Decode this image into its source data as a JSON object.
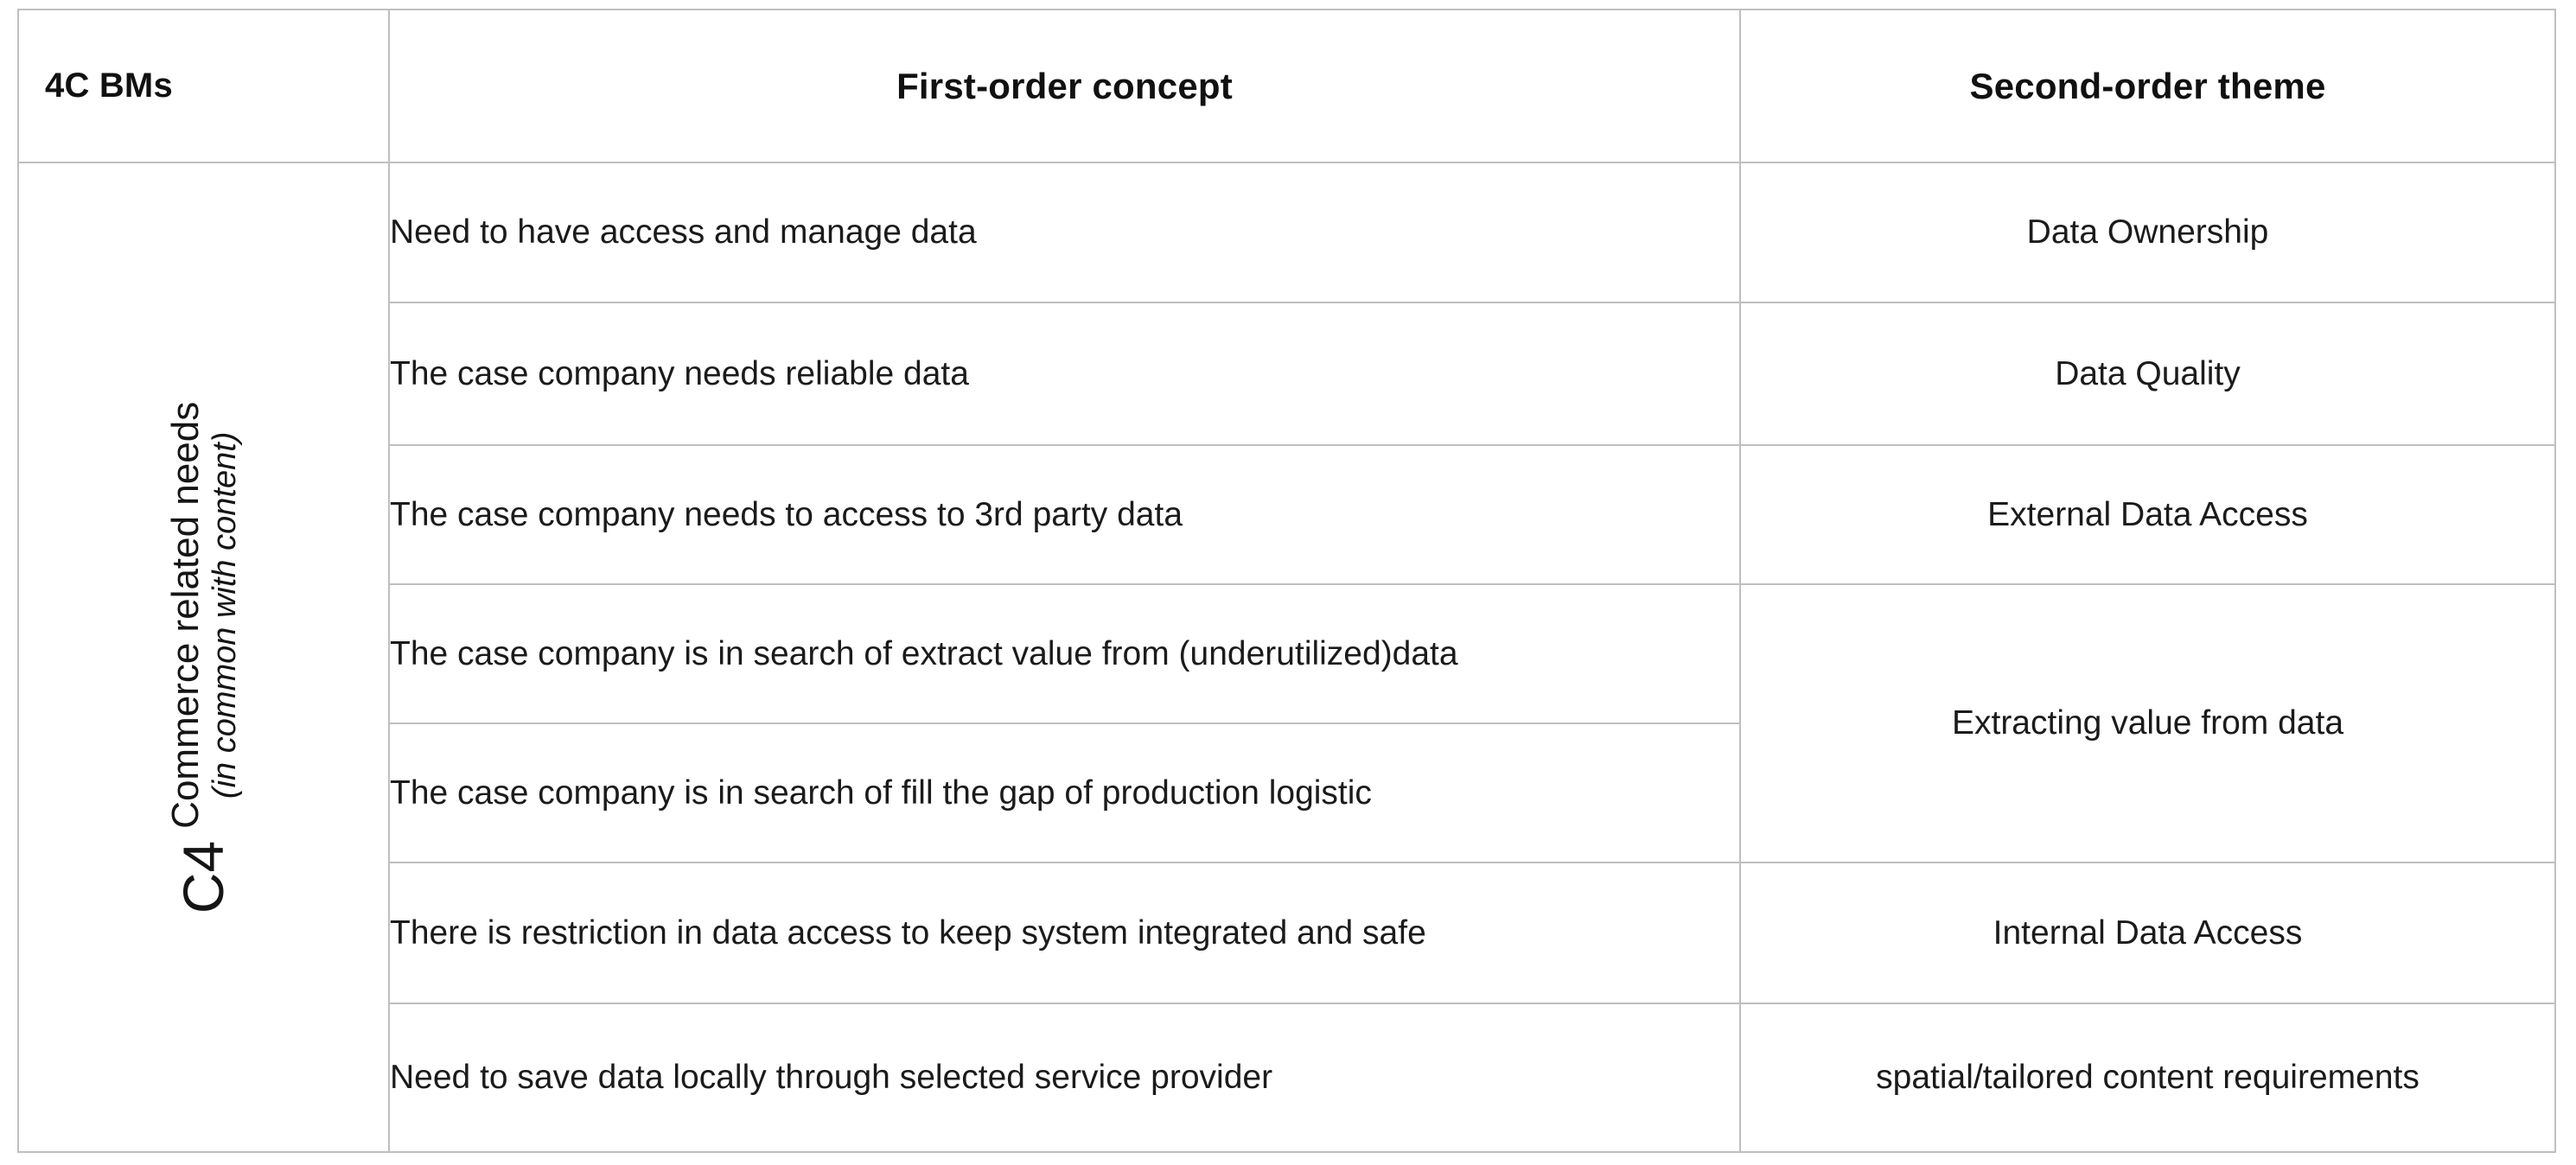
{
  "table": {
    "headers": {
      "bm": "4C BMs",
      "first_order": "First-order concept",
      "second_order": "Second-order theme"
    },
    "bm_label": {
      "code": "C4",
      "title": "Commerce related needs",
      "subtitle": "(in common with content)"
    },
    "rows": [
      {
        "first_order": "Need to have access and manage data",
        "second_order": "Data Ownership"
      },
      {
        "first_order": "The case company needs reliable data",
        "second_order": "Data Quality"
      },
      {
        "first_order": "The case company needs to access to 3rd party data",
        "second_order": "External Data Access"
      },
      {
        "first_order": "The case company is in search of extract value from (underutilized)data",
        "second_order": "Extracting value from data"
      },
      {
        "first_order": "The case company is in search of fill the gap of production logistic",
        "second_order": ""
      },
      {
        "first_order": "There is restriction in data access to keep system integrated and safe",
        "second_order": "Internal Data Access"
      },
      {
        "first_order": "Need to save data locally through selected service provider",
        "second_order": "spatial/tailored content requirements"
      }
    ]
  },
  "colors": {
    "border": "#bfbfbf",
    "text": "#1b1b1b",
    "background": "#ffffff"
  }
}
